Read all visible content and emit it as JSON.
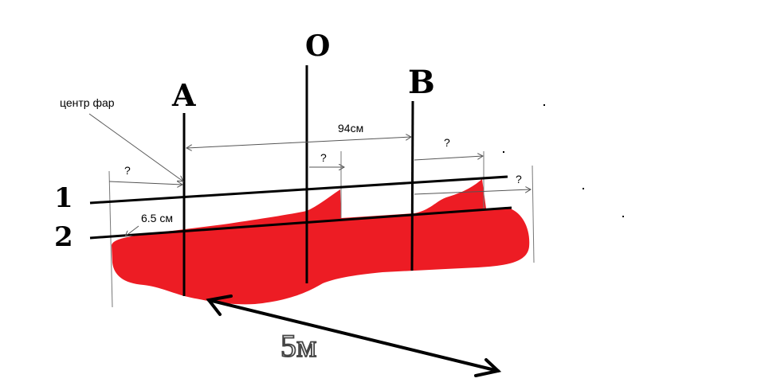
{
  "labels": {
    "line_a": "A",
    "line_o": "O",
    "line_b": "B",
    "line_1": "1",
    "line_2": "2",
    "headlight_center": "центр фар",
    "span_a_b": "94см",
    "line_offset": "6.5 см",
    "unknown_1": "?",
    "unknown_2": "?",
    "unknown_3": "?",
    "unknown_4": "?",
    "distance": "5м"
  },
  "colors": {
    "beam_fill": "#ed1c24",
    "ink": "#000000",
    "dimension_line": "#555555"
  }
}
